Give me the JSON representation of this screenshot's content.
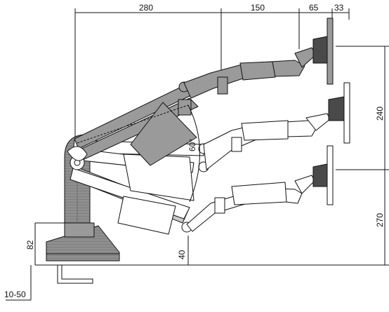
{
  "dimensions": {
    "top": [
      "280",
      "150",
      "65",
      "33"
    ],
    "right": [
      "240",
      "270"
    ],
    "left": [
      "82",
      "40"
    ],
    "clamp": "10-50",
    "angle": "60°"
  },
  "colors": {
    "arm_raised": "#9a9a9a",
    "arm_level": "#ffffff",
    "arm_lowered": "#c9c9c9",
    "line": "#111111"
  }
}
